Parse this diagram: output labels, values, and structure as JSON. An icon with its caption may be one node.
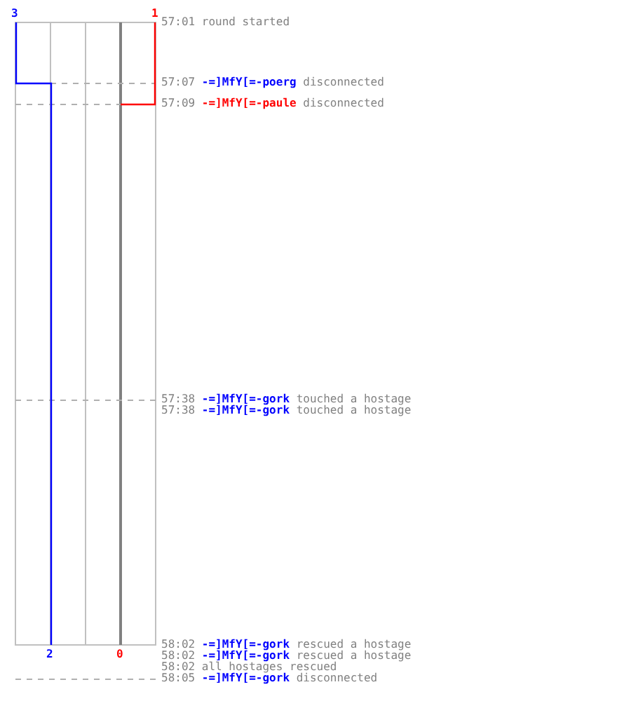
{
  "diagram": {
    "labels": [
      "3",
      "1",
      "57:01",
      "round started",
      "57:07",
      "-=]MfY[=-poerg",
      "disconnected",
      "57:09",
      "-=]MfY[=-paule",
      "disconnected",
      "57:38",
      "-=]MfY[=-gork",
      "touched a hostage",
      "57:38",
      "-=]MfY[=-gork",
      "touched a hostage",
      "58:02",
      "-=]MfY[=-gork",
      "rescued a hostage",
      "2",
      "0",
      "58:02",
      "-=]MfY[=-gork",
      "rescued a hostage",
      "58:02",
      "all hostages rescued",
      "58:05",
      "-=]MfY[=-gork",
      "disconnected"
    ]
  }
}
